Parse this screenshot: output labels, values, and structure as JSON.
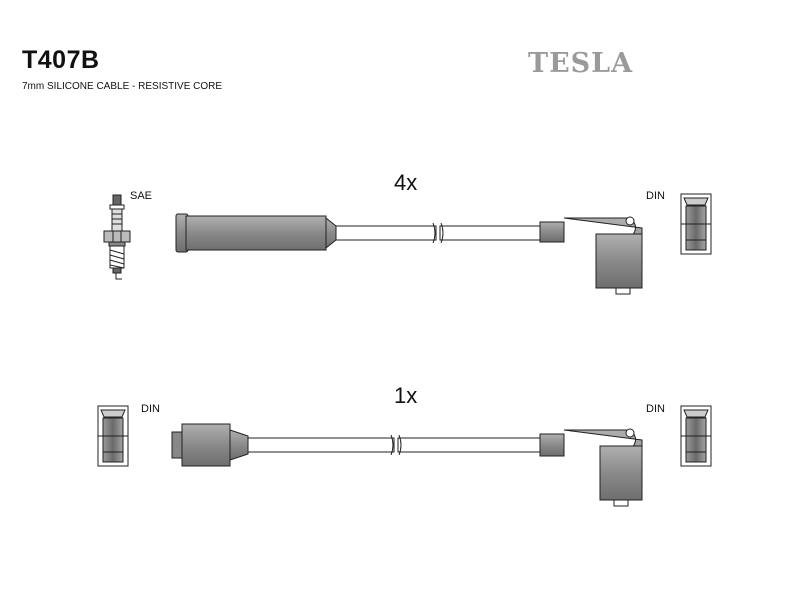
{
  "header": {
    "part_number": "T407B",
    "description": "7mm SILICONE CABLE - RESISTIVE CORE",
    "brand": "TESLA"
  },
  "leads": [
    {
      "quantity_label": "4x",
      "left_terminal_label": "SAE",
      "right_terminal_label": "DIN"
    },
    {
      "quantity_label": "1x",
      "left_terminal_label": "DIN",
      "right_terminal_label": "DIN"
    }
  ],
  "colors": {
    "boot_fill": "#8c8c8c",
    "outline": "#222222",
    "brand_gray": "#9a9a9a"
  }
}
